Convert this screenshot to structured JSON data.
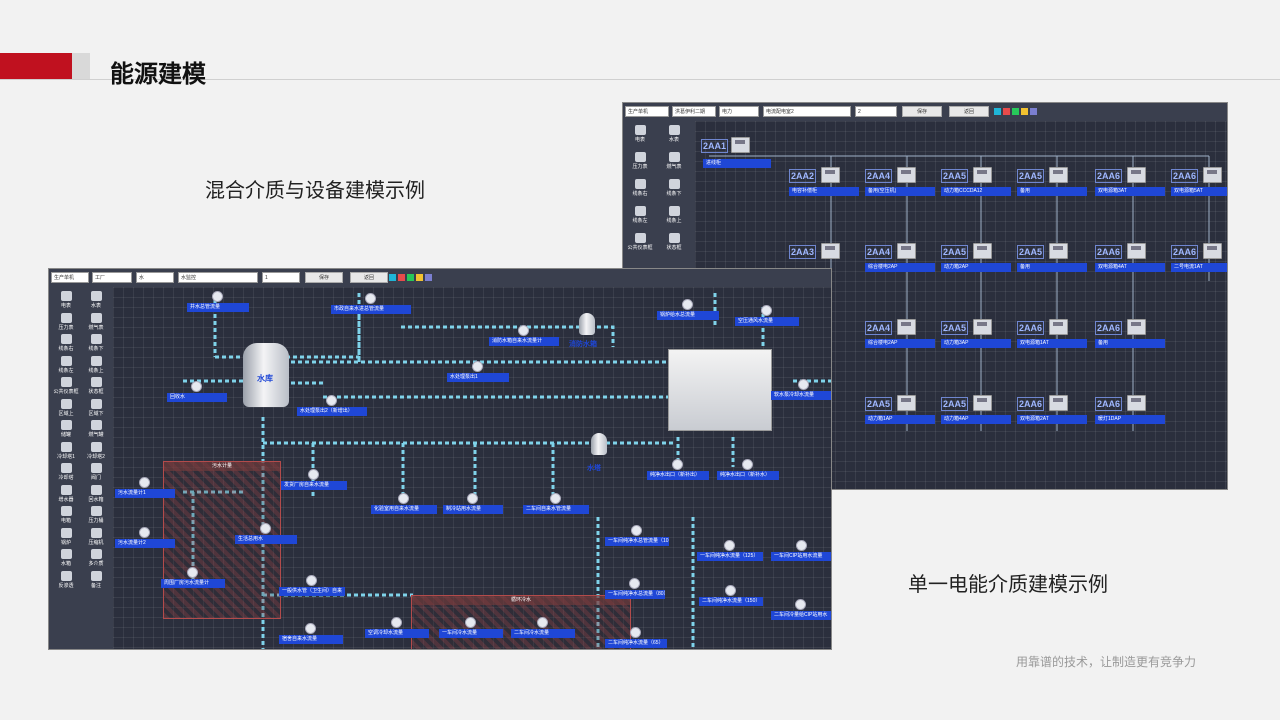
{
  "page": {
    "title": "能源建模",
    "caption_mixed": "混合介质与设备建模示例",
    "caption_single": "单一电能介质建模示例",
    "footer": "用靠谱的技术，让制造更有竞争力"
  },
  "single_screen": {
    "toolbar": {
      "select_1": "生产单机",
      "select_2": "洪葛伊利二期",
      "select_3": "电力",
      "input_name": "电流配电室2",
      "input_num": "2",
      "save_label": "保存",
      "back_label": "返回"
    },
    "palette": [
      "电表",
      "水表",
      "压力表",
      "燃气表",
      "线条右",
      "线条下",
      "线条左",
      "线条上",
      "公共仪表框",
      "状态框"
    ],
    "root": {
      "code": "2AA1",
      "label": "进线柜"
    },
    "rows": [
      [
        {
          "code": "2AA2",
          "label": "电容补偿柜"
        },
        {
          "code": "2AA4",
          "label": "备用(空压机)"
        },
        {
          "code": "2AA5",
          "label": "动力箱CCCDA12"
        },
        {
          "code": "2AA5",
          "label": "备用"
        },
        {
          "code": "2AA6",
          "label": "双电源箱3AT"
        },
        {
          "code": "2AA6",
          "label": "双电源箱5AT"
        }
      ],
      [
        {
          "code": "2AA3",
          "label": ""
        },
        {
          "code": "2AA4",
          "label": "综合楼电2AP"
        },
        {
          "code": "2AA5",
          "label": "动力箱2AP"
        },
        {
          "code": "2AA5",
          "label": "备用"
        },
        {
          "code": "2AA6",
          "label": "双电源箱4AT"
        },
        {
          "code": "2AA6",
          "label": "二号电流1AT"
        }
      ],
      [
        {
          "code": "2AA4",
          "label": "综合楼电2AP"
        },
        {
          "code": "2AA5",
          "label": "动力箱3AP"
        },
        {
          "code": "2AA6",
          "label": "双电源箱1AT"
        },
        {
          "code": "2AA6",
          "label": "备用"
        }
      ],
      [
        {
          "code": "2AA5",
          "label": "动力箱1AP"
        },
        {
          "code": "2AA5",
          "label": "动力箱4AP"
        },
        {
          "code": "2AA6",
          "label": "双电源箱2AT"
        },
        {
          "code": "2AA6",
          "label": "暖灯1DAP"
        }
      ]
    ]
  },
  "mixed_screen": {
    "toolbar": {
      "select_1": "生产单机",
      "select_2": "工厂",
      "select_3": "水",
      "input_name": "水监控",
      "input_num": "1",
      "save_label": "保存",
      "back_label": "返回"
    },
    "palette": [
      "电表",
      "水表",
      "压力表",
      "燃气表",
      "线条右",
      "线条下",
      "线条左",
      "线条上",
      "公共仪表框",
      "状态框",
      "区域上",
      "区域下",
      "储罐",
      "燃气罐",
      "冷却塔1",
      "冷却塔2",
      "冷却塔",
      "阀门",
      "增水器",
      "回水箱",
      "电箱",
      "压力桶",
      "锅炉",
      "压缩机",
      "水箱",
      "多介质",
      "反渗透",
      "备注"
    ],
    "tanks": {
      "main": "水库",
      "fire": "消防水箱",
      "small": "水塔"
    },
    "zones": {
      "sewage": "污水计量",
      "cycle": "循环冷水"
    },
    "labels": [
      "井水总管流量",
      "市政自来水进总管流量",
      "消防水箱自来水流量计",
      "水处理泵出1",
      "回收水",
      "水处理泵出2（新增出）",
      "锅炉给水总流量",
      "空压通风水流量",
      "软水泵冷却水流量",
      "发货厂房自来水流量",
      "化验室用自来水流量",
      "制冷站用水流量",
      "二车间自来水管流量",
      "纯净水出口（新补出）",
      "纯净水出口（新补水）",
      "污水流量计1",
      "污水流量计2",
      "周围厂房污水流量计",
      "生活总用水",
      "一车间纯净水总管流量（10）",
      "一车间纯净水流量（125）",
      "一车间CIP站用水流量",
      "一般供水管（卫生间）自来",
      "一车间纯净水总流量（80）",
      "二车间纯净水流量（150）",
      "二车间冷量给CIP站用水",
      "空调冷却水流量",
      "一车间冷水流量",
      "二车间冷水流量",
      "宿舍自来水流量",
      "二车间纯净水流量（65）"
    ]
  }
}
